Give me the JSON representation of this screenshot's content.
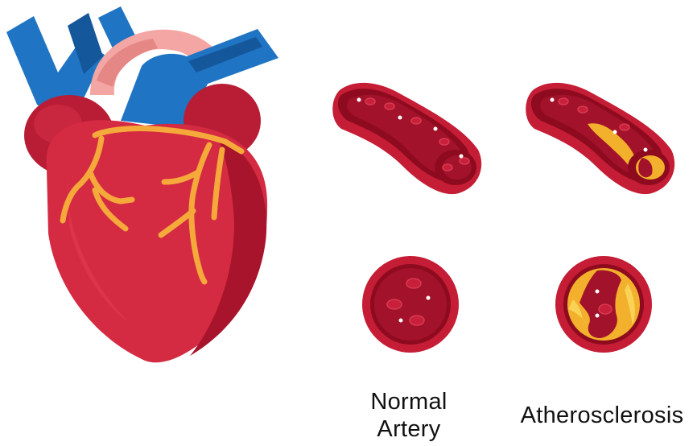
{
  "labels": {
    "normal_line1": "Normal",
    "normal_line2": "Artery",
    "atherosclerosis": "Atherosclerosis"
  },
  "colors": {
    "background": "#ffffff",
    "heart_body": "#d42a42",
    "heart_shadow": "#a8142c",
    "atrium": "#b81d35",
    "vein_blue": "#1f74c4",
    "vein_blue_dark": "#15579b",
    "aorta_pink": "#f4a6a4",
    "aorta_pink_dark": "#e58785",
    "coronary_yellow": "#f6a93b",
    "artery_outer": "#c41d35",
    "artery_wall": "#8e0b1f",
    "artery_lumen": "#a2122a",
    "blood_cell": "#c8203a",
    "plaque": "#f2b02c",
    "plaque_light": "#f9d256",
    "caption_text": "#111111"
  }
}
